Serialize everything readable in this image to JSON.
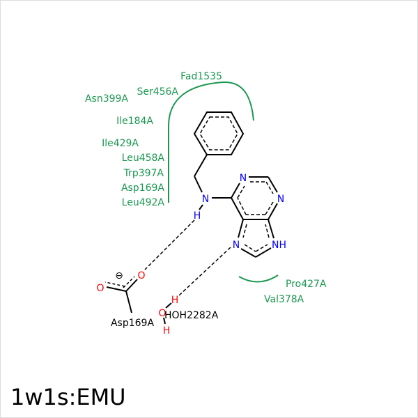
{
  "title": "1w1s:EMU",
  "colors": {
    "residue": "#1a9850",
    "nitrogen": "#0000ff",
    "oxygen": "#ff0000",
    "bond": "#000000"
  },
  "hydrophobic_residues": [
    "Fad1535",
    "Ser456A",
    "Asn399A",
    "Ile184A",
    "Ile429A",
    "Leu458A",
    "Trp397A",
    "Asp169A",
    "Leu492A",
    "Pro427A",
    "Val378A"
  ],
  "atoms": {
    "N": "N",
    "NH": "NH",
    "H": "H",
    "O": "O",
    "minus": "⊖"
  },
  "hbond_partners": {
    "asp": "Asp169A",
    "water": "HOH2282A"
  }
}
